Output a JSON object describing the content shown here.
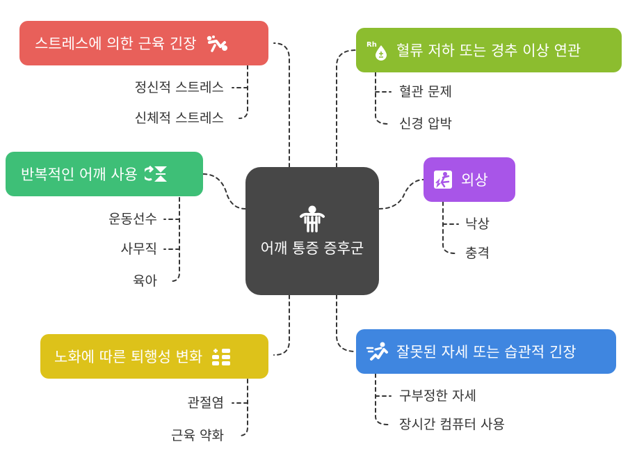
{
  "center": {
    "label": "어깨 통증 증후군",
    "icon": "shoulder-person-icon"
  },
  "colors": {
    "center": "#474747",
    "red": "#e8605a",
    "green": "#3ebf77",
    "yellow": "#ddc21a",
    "lime": "#8cbd2f",
    "purple": "#a855e8",
    "blue": "#3f86e0",
    "connector": "#333333"
  },
  "branches": {
    "stress": {
      "label": "스트레스에 의한 근육 긴장",
      "icon": "tense-person-icon",
      "items": [
        "정신적 스트레스",
        "신체적 스트레스"
      ]
    },
    "repetitive": {
      "label": "반복적인 어깨 사용",
      "icon": "repeat-arrows-icon",
      "items": [
        "운동선수",
        "사무직",
        "육아"
      ]
    },
    "aging": {
      "label": "노화에 따른 퇴행성 변화",
      "icon": "stacked-blocks-icon",
      "items": [
        "관절염",
        "근육 약화"
      ]
    },
    "blood": {
      "label": "혈류 저하 또는 경추 이상 연관",
      "icon": "blood-drop-icon",
      "icon_text": "Rh",
      "items": [
        "혈관 문제",
        "신경 압박"
      ]
    },
    "trauma": {
      "label": "외상",
      "icon": "injury-icon",
      "items": [
        "낙상",
        "충격"
      ]
    },
    "posture": {
      "label": "잘못된 자세 또는 습관적 긴장",
      "icon": "running-figure-icon",
      "items": [
        "구부정한 자세",
        "장시간 컴퓨터 사용"
      ]
    }
  }
}
